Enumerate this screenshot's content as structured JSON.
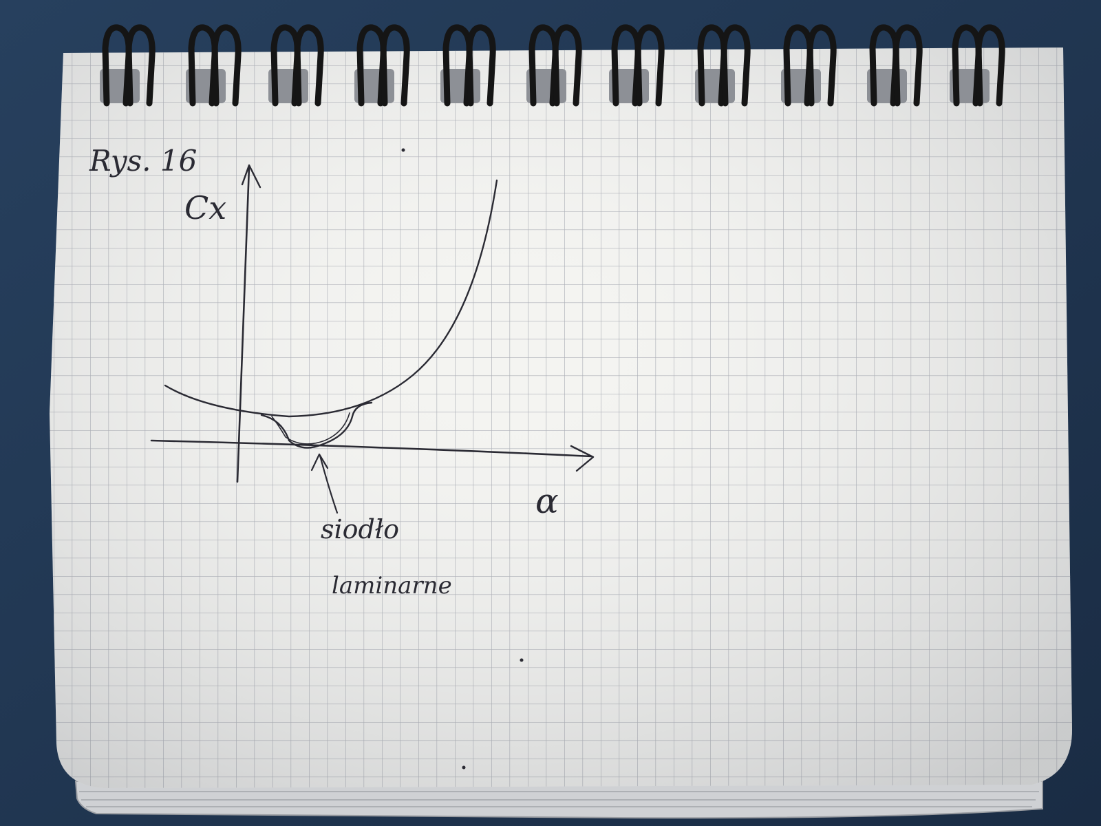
{
  "colors": {
    "desk": "#233a56",
    "paper": "#f4f4f1",
    "grid": "#a9acb4",
    "ink": "#2a2a33",
    "spiral": "#151515"
  },
  "sketch": {
    "figure_label": "Rys. 16",
    "y_axis_label": "Cx",
    "x_axis_label": "α",
    "annotation_line1": "siodło",
    "annotation_line2": "laminarne"
  }
}
